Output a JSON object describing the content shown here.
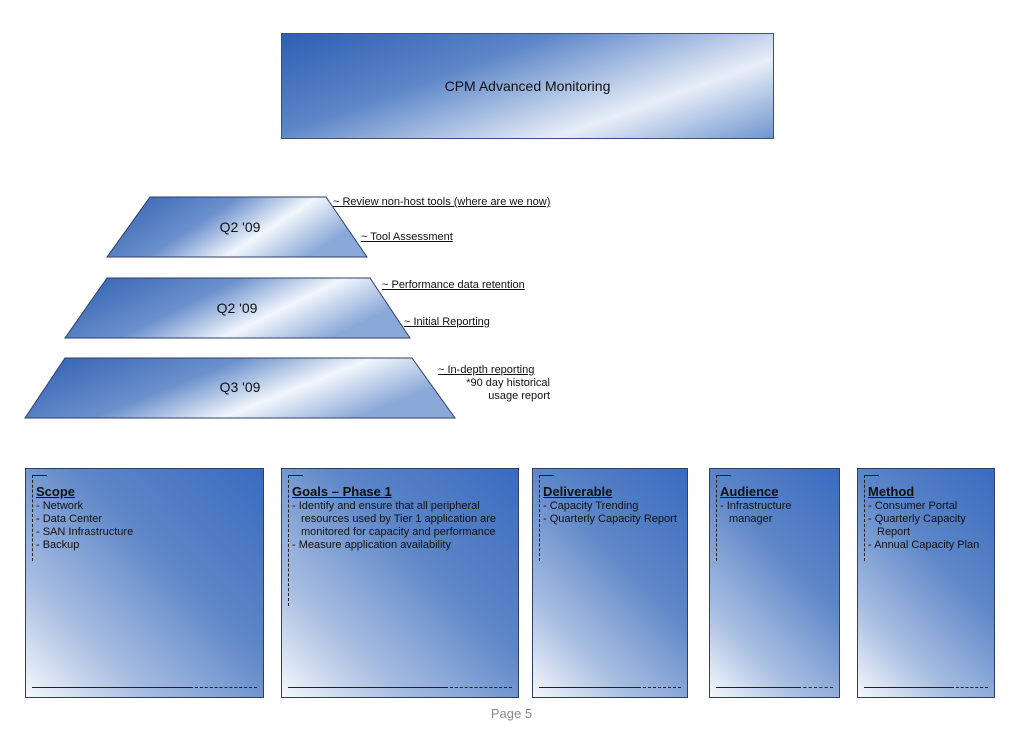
{
  "title": "CPM Advanced Monitoring",
  "phases": [
    {
      "label": "Q2 '09",
      "notes": [
        "~ Review non-host tools (where are we now)",
        "~ Tool Assessment"
      ]
    },
    {
      "label": "Q2 '09",
      "notes": [
        "~ Performance data retention",
        "~ Initial Reporting"
      ]
    },
    {
      "label": "Q3 '09",
      "notes": [
        "~ In-depth reporting",
        "*90 day historical",
        "usage report"
      ]
    }
  ],
  "cards": [
    {
      "heading": "Scope",
      "items": [
        "- Network",
        "- Data Center",
        "- SAN Infrastructure",
        "- Backup"
      ]
    },
    {
      "heading": "Goals – Phase 1",
      "items": [
        "- Identify and ensure that all peripheral resources used by Tier 1 application are monitored for capacity and performance",
        "- Measure application availability"
      ]
    },
    {
      "heading": "Deliverable",
      "items": [
        "- Capacity Trending",
        "- Quarterly Capacity Report"
      ]
    },
    {
      "heading": "Audience",
      "items": [
        "- Infrastructure manager"
      ]
    },
    {
      "heading": "Method",
      "items": [
        "- Consumer Portal",
        "- Quarterly Capacity Report",
        "- Annual Capacity Plan"
      ]
    }
  ],
  "footer": "Page 5",
  "colors": {
    "shape_blue": "#2d5fb2",
    "shape_light": "#e8eef8",
    "outline": "#2e3f66"
  }
}
